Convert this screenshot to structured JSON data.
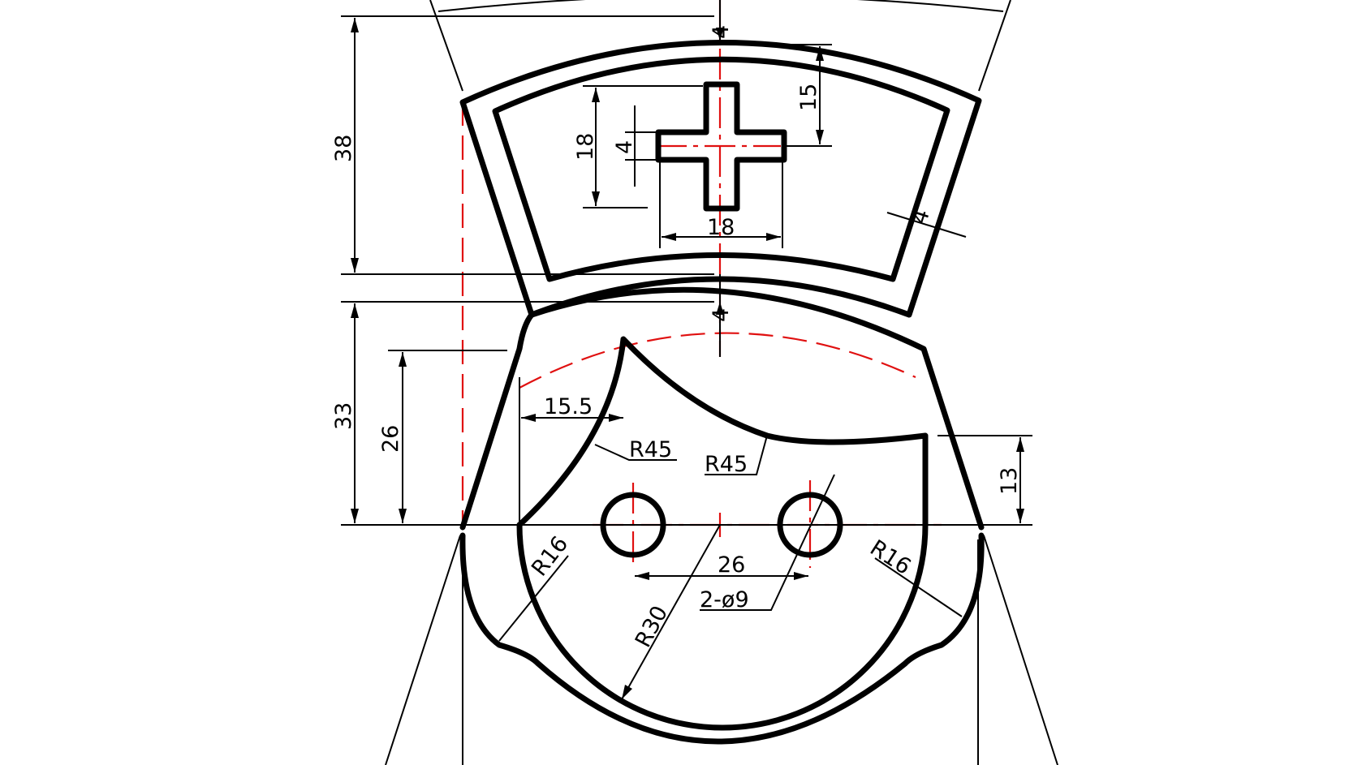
{
  "dimensions": {
    "top_thickness": "4",
    "cross_offset": "15",
    "cross_height": "18",
    "cross_arm_width": "4",
    "cross_width": "18",
    "side_thickness": "4",
    "height_38": "38",
    "gap_4": "4",
    "height_33": "33",
    "height_26": "26",
    "offset_15_5": "15.5",
    "radius_left_hair": "R45",
    "radius_right_hair": "R45",
    "height_13": "13",
    "radius_left_cheek": "R16",
    "radius_right_cheek": "R16",
    "eye_spacing": "26",
    "eye_diameter": "2-ø9",
    "face_radius": "R30"
  },
  "colors": {
    "outline": "#000000",
    "centerline": "#e01010",
    "construction": "#d020d0"
  }
}
